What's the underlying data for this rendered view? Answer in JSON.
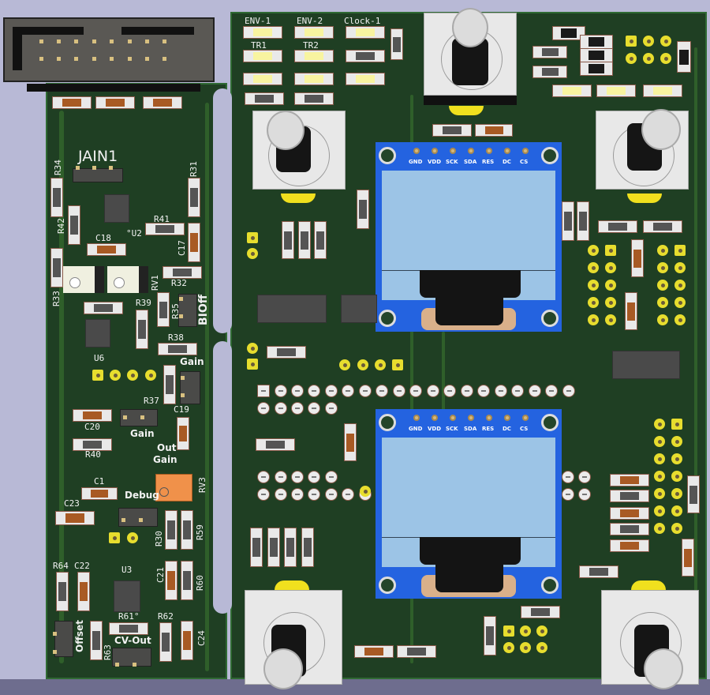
{
  "scene": {
    "type": "pcb-3d-render",
    "background_color": "#b8b9d6",
    "board_color": "#1f3f23",
    "copper_color": "#e7dd2e",
    "silkscreen_color": "#f2f2f2"
  },
  "left_board": {
    "connector": "IDC 2x8 box header",
    "labels": {
      "jain1": "JAIN1",
      "r34": "R34",
      "r31": "R31",
      "r42": "R42",
      "r41": "R41",
      "c18": "C18",
      "c17": "C17",
      "u2": "°U2",
      "r33": "R33",
      "rv1": "RV1",
      "r32": "R32",
      "r35": "R35",
      "bioff": "BIOff",
      "r39": "R39",
      "u6": "U6",
      "r38": "R38",
      "gain_top": "Gain",
      "r37": "R37",
      "c19": "C19",
      "c20": "C20",
      "gain_bottom": "Gain",
      "r40": "R40",
      "out_gain_1": "Out",
      "out_gain_2": "Gain",
      "c1": "C1",
      "debug": "Debug",
      "rv3": "RV3",
      "c23": "C23",
      "r30": "R30",
      "r59": "R59",
      "r64": "R64",
      "c22": "C22",
      "u3": "U3",
      "c21": "C21",
      "r60": "R60",
      "r61": "R61°",
      "r62": "R62",
      "offset": "Offset",
      "r63": "R63",
      "cv_out": "CV-Out",
      "c24": "C24"
    }
  },
  "main_board": {
    "labels": {
      "env1": "ENV-1",
      "env2": "ENV-2",
      "clock1": "Clock-1",
      "tr1": "TR1",
      "tr2": "TR2"
    },
    "oled_pins": [
      "GND",
      "VDD",
      "SCK",
      "SDA",
      "RES",
      "DC",
      "CS"
    ],
    "displays": 2,
    "encoders": 5
  }
}
